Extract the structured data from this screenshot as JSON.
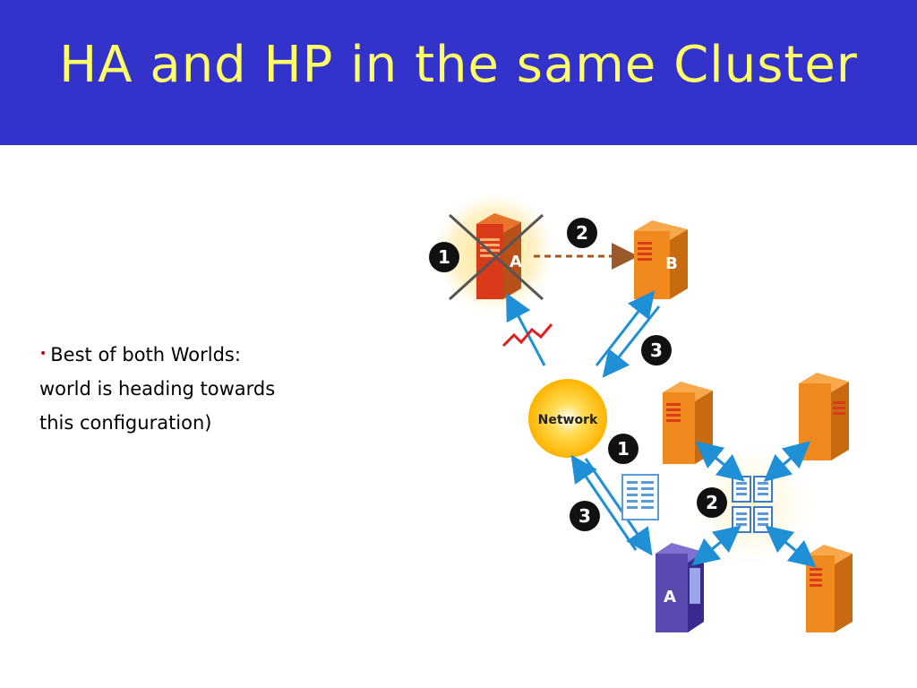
{
  "slide": {
    "title": "HA and HP in the same Cluster",
    "bullet": {
      "lines": [
        "Best of both Worlds:",
        "world is heading towards",
        "this configuration)"
      ]
    }
  },
  "diagram": {
    "network_label": "Network",
    "server_a_label": "A",
    "server_b_label": "B",
    "server_a2_label": "A",
    "step_1": "1",
    "step_2": "2",
    "step_3": "3",
    "colors": {
      "title_bar": "#3333cc",
      "title_text": "#ffff66",
      "server_orange": "#f08a1e",
      "server_red": "#d83a1a",
      "server_purple": "#5a4ab0",
      "network_yellow": "#ffc21a",
      "arrow_blue": "#1f8fd6",
      "arrow_brown": "#9a5a2a"
    }
  }
}
